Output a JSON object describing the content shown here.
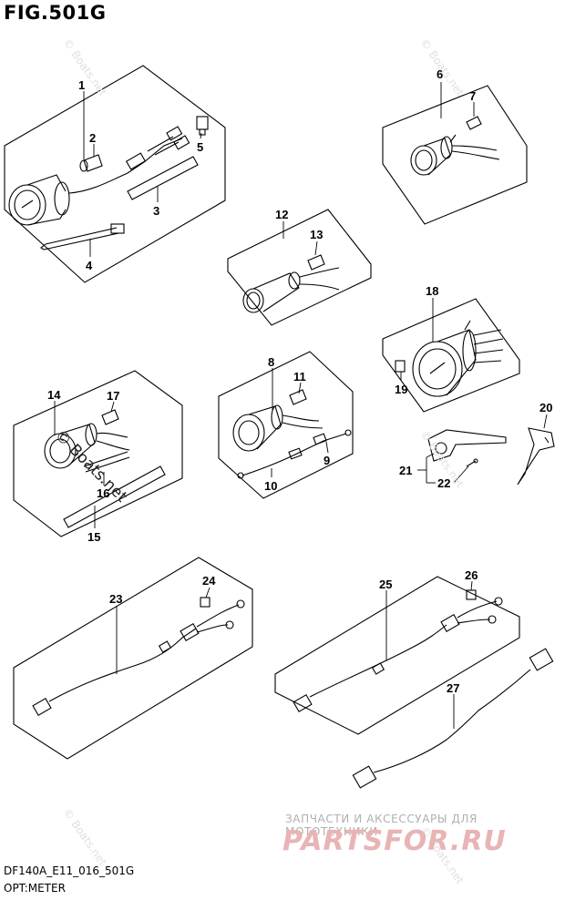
{
  "figure": {
    "title": "FIG.501G"
  },
  "footer": {
    "model_code": "DF140A_E11_016_501G",
    "section": "OPT:METER"
  },
  "watermarks": {
    "boats": "© Boats.net"
  },
  "advertisement": {
    "text": "ЗАПЧАСТИ И АКСЕССУАРЫ ДЛЯ МОТОТЕХНИКИ",
    "logo": "PARTSFOR.RU"
  },
  "callouts": {
    "c1": "1",
    "c2": "2",
    "c3": "3",
    "c4": "4",
    "c5": "5",
    "c6": "6",
    "c7": "7",
    "c8": "8",
    "c9": "9",
    "c10": "10",
    "c11": "11",
    "c12": "12",
    "c13": "13",
    "c14": "14",
    "c15": "15",
    "c16": "16",
    "c17": "17",
    "c18": "18",
    "c19": "19",
    "c20": "20",
    "c21": "21",
    "c22": "22",
    "c23": "23",
    "c24": "24",
    "c25": "25",
    "c26": "26",
    "c27": "27"
  }
}
